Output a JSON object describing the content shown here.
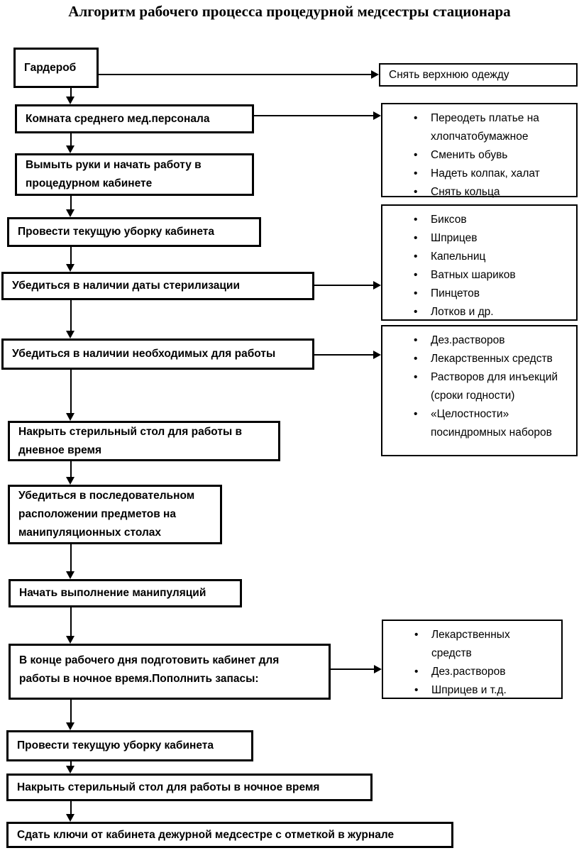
{
  "title": "Алгоритм рабочего процесса процедурной медсестры стационара",
  "flow": {
    "steps": [
      {
        "text": "Гардероб"
      },
      {
        "text": "Комната среднего мед.персонала"
      },
      {
        "text": "Вымыть руки и начать работу в процедурном кабинете"
      },
      {
        "text": "Провести текущую уборку кабинета"
      },
      {
        "text": "Убедиться в наличии даты стерилизации"
      },
      {
        "text": "Убедиться в наличии необходимых для работы"
      },
      {
        "text": "Накрыть стерильный стол для работы в дневное время"
      },
      {
        "text": "Убедиться в последовательном расположении предметов на манипуляционных столах"
      },
      {
        "text": "Начать выполнение манипуляций"
      },
      {
        "text": "В конце рабочего дня подготовить кабинет для работы в ночное время.Пополнить запасы:"
      },
      {
        "text": "Провести текущую уборку кабинета"
      },
      {
        "text": "Накрыть стерильный стол для работы в ночное время"
      },
      {
        "text": "Сдать ключи от кабинета дежурной медсестре с отметкой в журнале"
      }
    ]
  },
  "annotations": [
    {
      "text": "Снять верхнюю одежду"
    },
    {
      "items": [
        "Переодеть платье на хлопчатобумажное",
        "Сменить обувь",
        "Надеть колпак, халат",
        "Снять кольца"
      ]
    },
    {
      "items": [
        "Биксов",
        "Шприцев",
        "Капельниц",
        "Ватных шариков",
        "Пинцетов",
        "Лотков и др."
      ]
    },
    {
      "items": [
        "Дез.растворов",
        "Лекарственных средств",
        "Растворов для инъекций (сроки годности)",
        "«Целостности» посиндромных наборов"
      ]
    },
    {
      "items": [
        "Лекарственных средств",
        "Дез.растворов",
        "Шприцев и т.д."
      ]
    }
  ],
  "colors": {
    "line": "#000000",
    "background": "#ffffff",
    "text": "#000000"
  }
}
